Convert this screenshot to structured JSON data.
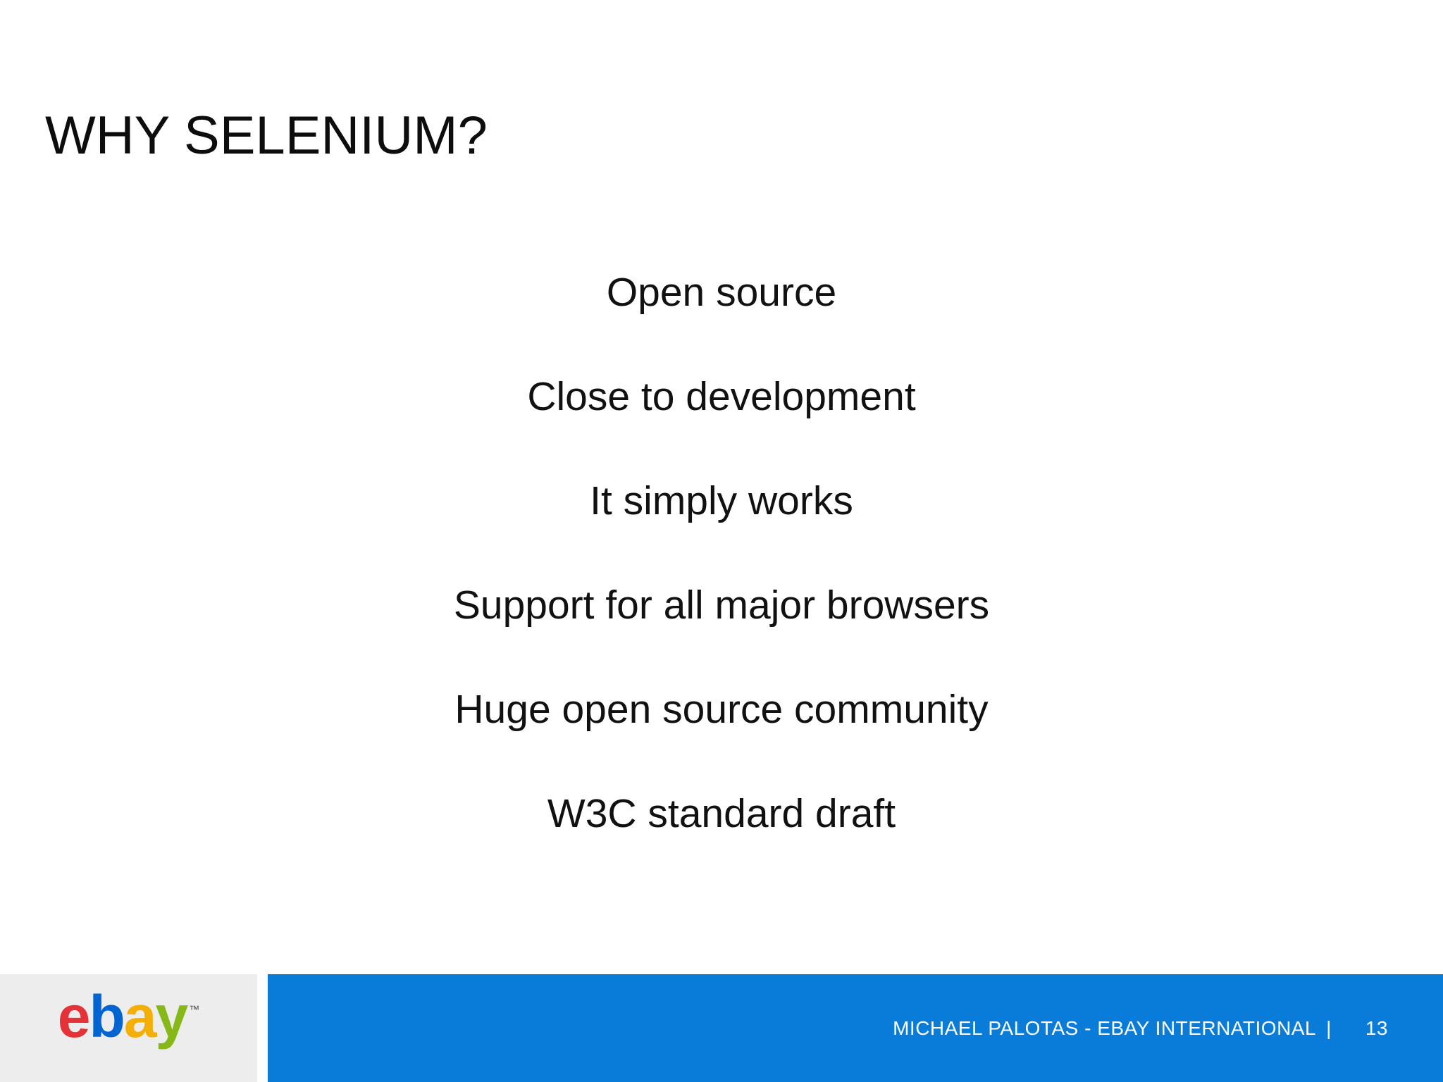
{
  "slide": {
    "title": "WHY SELENIUM?",
    "bullets": [
      "Open source",
      "Close to development",
      "It simply works",
      "Support for all major browsers",
      "Huge open source community",
      "W3C standard draft"
    ]
  },
  "footer": {
    "credit": "MICHAEL PALOTAS - EBAY INTERNATIONAL",
    "separator": "|",
    "page_number": "13",
    "bar_color": "#087cd8",
    "logo_box_color": "#ededed"
  },
  "logo": {
    "letters": [
      {
        "char": "e",
        "color": "#e53238"
      },
      {
        "char": "b",
        "color": "#0064d2"
      },
      {
        "char": "a",
        "color": "#f5af02"
      },
      {
        "char": "y",
        "color": "#86b817"
      }
    ],
    "trademark": "™"
  }
}
